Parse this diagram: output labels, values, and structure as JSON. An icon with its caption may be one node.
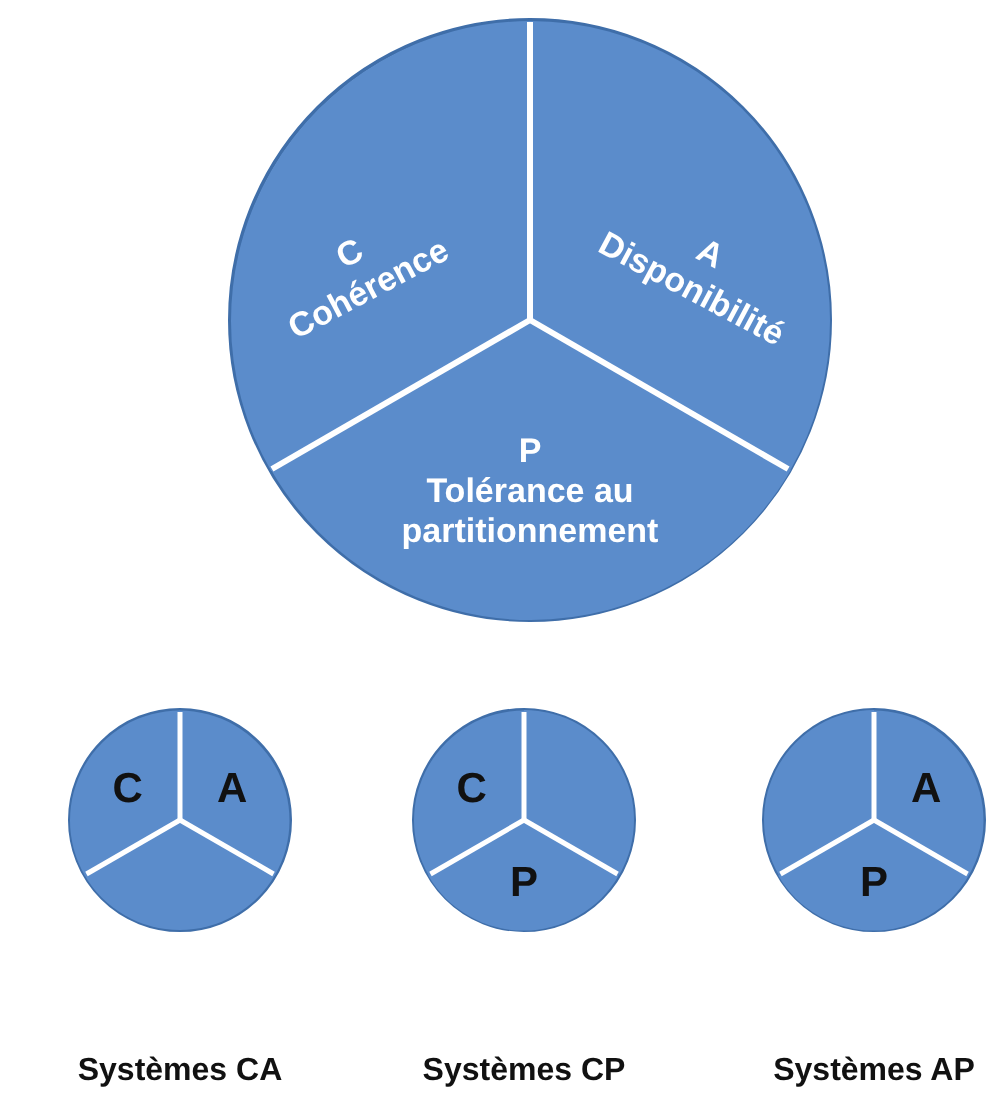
{
  "diagram": {
    "nodes": [
      {
        "text": [],
        "shape": "circle"
      },
      {
        "text": [
          "C",
          "Cohérence"
        ],
        "in": 0
      },
      {
        "text": [
          "A",
          "Disponibilité"
        ],
        "in": 0
      },
      {
        "text": [
          "P",
          "Tolérance au partitionnement"
        ],
        "in": 0
      },
      {
        "text": [],
        "shape": "circle",
        "beside": [
          "Systèmes CA"
        ]
      },
      {
        "text": [
          "C"
        ],
        "in": 4
      },
      {
        "text": [
          "A"
        ],
        "in": 4
      },
      {
        "text": [],
        "shape": "sector",
        "in": 4
      },
      {
        "text": [],
        "shape": "circle",
        "beside": [
          "Systèmes CP"
        ]
      },
      {
        "text": [
          "C"
        ],
        "in": 8
      },
      {
        "text": [],
        "shape": "sector",
        "in": 8
      },
      {
        "text": [
          "P"
        ],
        "in": 8
      },
      {
        "text": [],
        "shape": "circle",
        "beside": [
          "Systèmes AP"
        ]
      },
      {
        "text": [],
        "shape": "sector",
        "in": 12
      },
      {
        "text": [
          "A"
        ],
        "in": 12
      },
      {
        "text": [
          "P"
        ],
        "in": 12
      }
    ]
  }
}
